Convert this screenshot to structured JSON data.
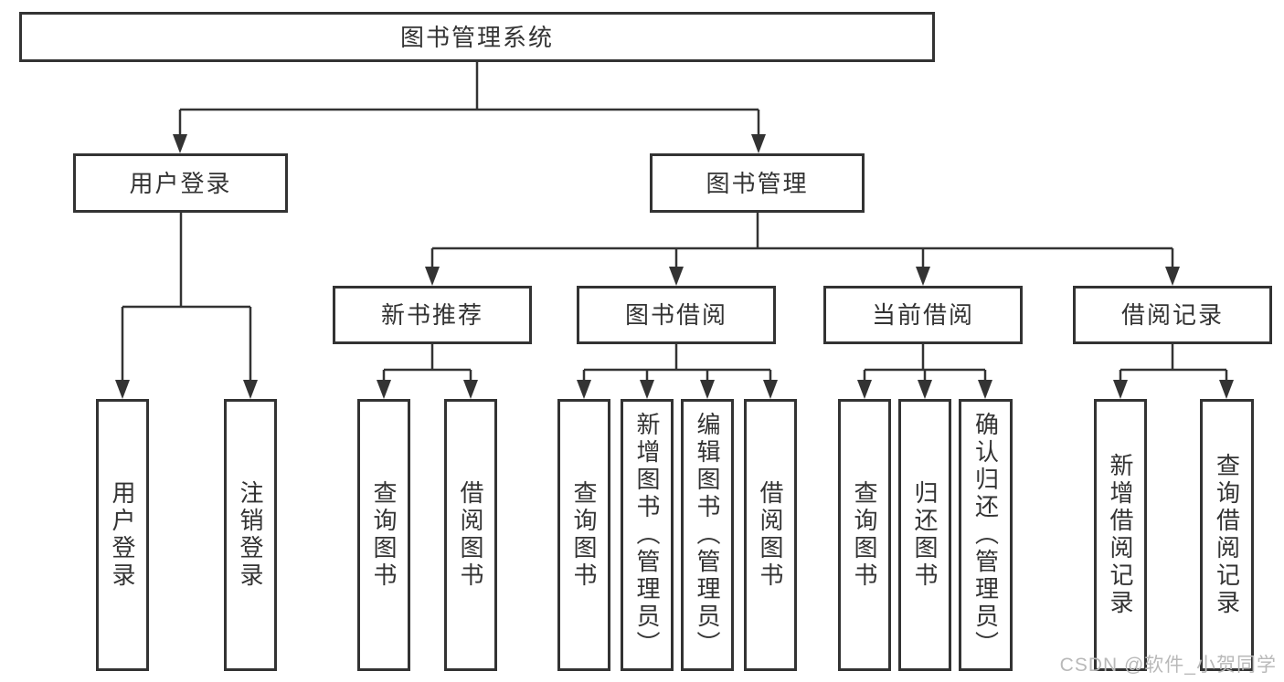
{
  "diagram": {
    "type": "tree-flowchart",
    "colors": {
      "line": "#333333",
      "text": "#333333",
      "bg": "#ffffff",
      "wm": "#b9b9b9"
    },
    "tree": {
      "label": "图书管理系统",
      "children": [
        {
          "label": "用户登录",
          "children": [
            {
              "label": "用户登录"
            },
            {
              "label": "注销登录"
            }
          ]
        },
        {
          "label": "图书管理",
          "children": [
            {
              "label": "新书推荐",
              "children": [
                {
                  "label": "查询图书"
                },
                {
                  "label": "借阅图书"
                }
              ]
            },
            {
              "label": "图书借阅",
              "children": [
                {
                  "label": "查询图书"
                },
                {
                  "label": "新增图书（管理员）"
                },
                {
                  "label": "编辑图书（管理员）"
                },
                {
                  "label": "借阅图书"
                }
              ]
            },
            {
              "label": "当前借阅",
              "children": [
                {
                  "label": "查询图书"
                },
                {
                  "label": "归还图书"
                },
                {
                  "label": "确认归还（管理员）"
                }
              ]
            },
            {
              "label": "借阅记录",
              "children": [
                {
                  "label": "新增借阅记录"
                },
                {
                  "label": "查询借阅记录"
                }
              ]
            }
          ]
        }
      ]
    },
    "watermark": "CSDN @软件_小贺同学"
  }
}
